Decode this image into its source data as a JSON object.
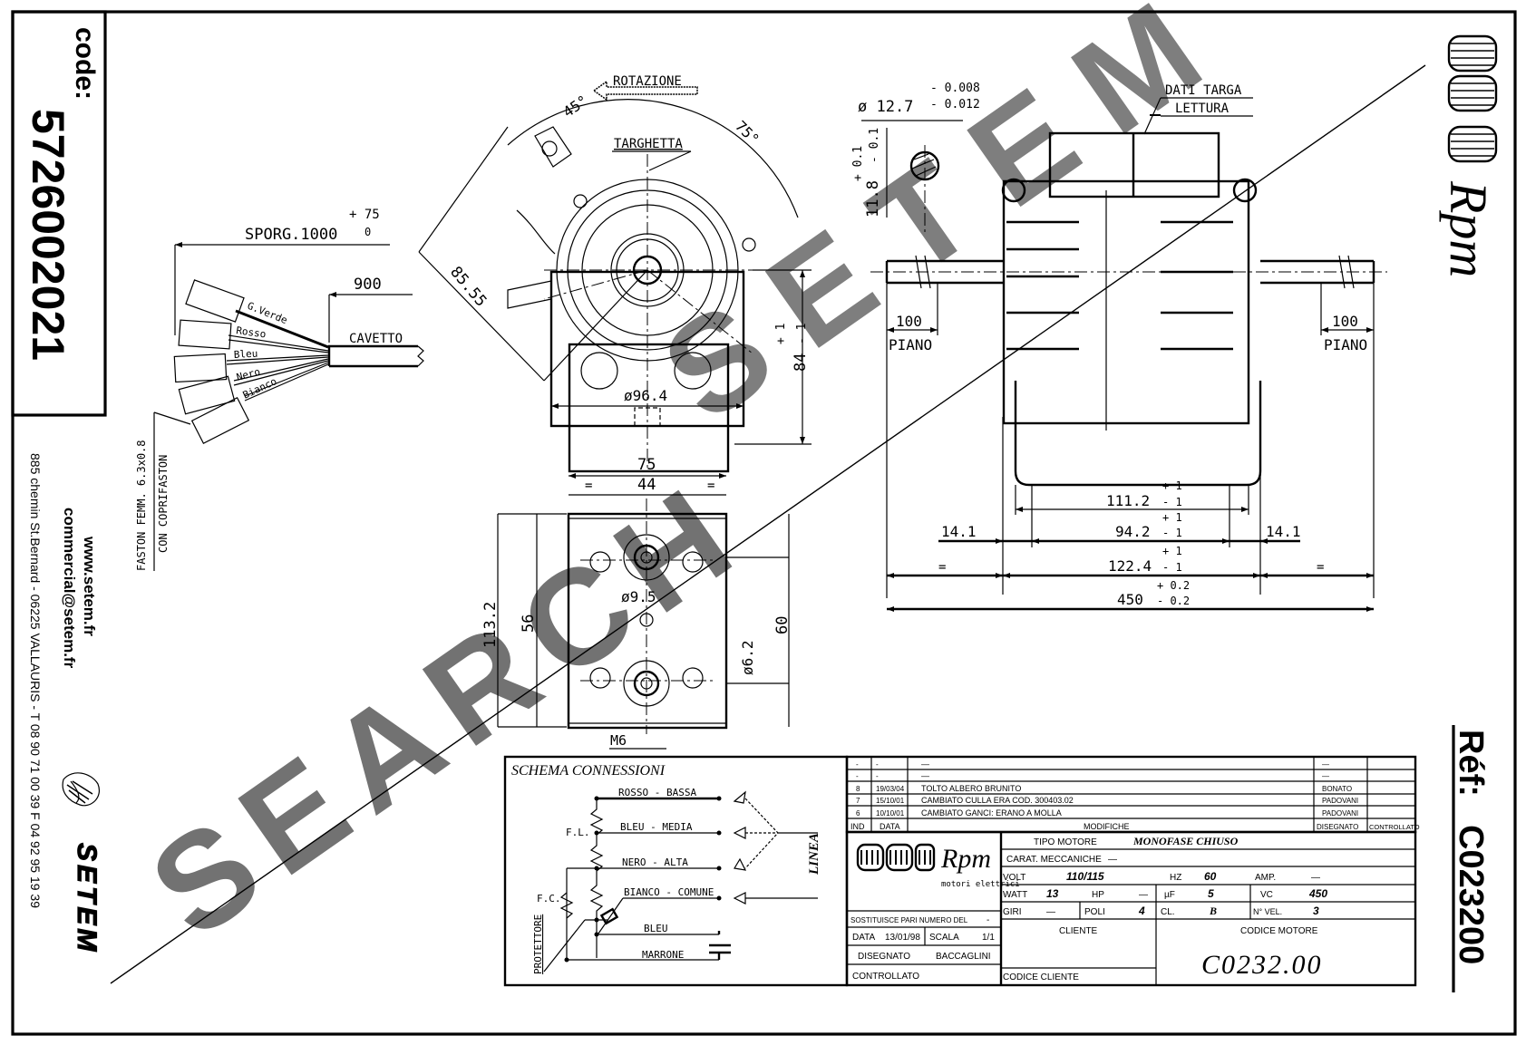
{
  "left_panel": {
    "code_label": "code:",
    "code_value": "5726002021",
    "website": "www.setem.fr",
    "email": "commercial@setem.fr",
    "address": "885 chemin St.Bernard  -  06225 VALLAURIS  -  T 08 90 71 00 39   F 04 92 95 19 39",
    "company_logo_text": "SETEM"
  },
  "right_panel": {
    "brand": "Rpm",
    "ref_label": "Réf:",
    "ref_value": "C023200"
  },
  "watermark": {
    "text": "SEARCH",
    "brand": "SETEM"
  },
  "cable_view": {
    "sporg_label": "SPORG.1000",
    "sporg_tol_plus": "+ 75",
    "sporg_tol_minus": "0",
    "cable_length": "900",
    "cable_label": "CAVETTO",
    "wires": [
      "G.Verde",
      "Rosso",
      "Bleu",
      "Nero",
      "Bianco"
    ],
    "faston_label": "FASTON FEMM. 6.3x0.8",
    "faston_note": "CON COPRIFASTON"
  },
  "front_view": {
    "rotation_label": "ROTAZIONE",
    "angle_1": "45°",
    "angle_2": "75°",
    "nameplate_label": "TARGHETTA",
    "diag_dim": "85.55",
    "diameter": "ø96.4",
    "height_dim": "84",
    "height_tol_plus": "+ 1",
    "height_tol_minus": "- 1"
  },
  "base_view": {
    "width_outer": "75",
    "width_inner": "44",
    "eq_mark": "=",
    "height_total": "113.2",
    "height_mid": "56",
    "hole_spacing": "60",
    "hole_dia_1": "ø9.5",
    "hole_dia_2": "ø6.2",
    "thread": "M6"
  },
  "shaft_section": {
    "diameter": "ø 12.7",
    "dia_tol_upper": "- 0.008",
    "dia_tol_lower": "- 0.012",
    "flat": "11.8",
    "flat_tol_plus": "+ 0.1",
    "flat_tol_minus": "- 0.1"
  },
  "side_view": {
    "dati_targa": "DATI TARGA",
    "lettura": "LETTURA",
    "piano_dim": "100",
    "piano_label": "PIANO",
    "dim_111": "111.2",
    "dim_94": "94.2",
    "dim_122": "122.4",
    "dim_14": "14.1",
    "dim_450": "450",
    "tol_1_plus": "+ 1",
    "tol_1_minus": "- 1",
    "tol_02_plus": "+ 0.2",
    "tol_02_minus": "- 0.2",
    "eq_mark": "="
  },
  "schema": {
    "title": "SCHEMA CONNESSIONI",
    "lines": [
      "ROSSO - BASSA",
      "BLEU - MEDIA",
      "NERO - ALTA",
      "BIANCO - COMUNE",
      "BLEU",
      "MARRONE"
    ],
    "fl_label": "F.L.",
    "fc_label": "F.C.",
    "protector_label": "PROTETTORE",
    "linea_label": "LINEA"
  },
  "revisions": {
    "headers": {
      "ind": "IND",
      "data": "DATA",
      "modifiche": "MODIFICHE",
      "disegnato": "DISEGNATO",
      "controllato": "CONTROLLATO"
    },
    "rows": [
      {
        "ind": "-",
        "data": "-",
        "text": "—",
        "by": "—",
        "ctrl": ""
      },
      {
        "ind": "-",
        "data": "-",
        "text": "—",
        "by": "—",
        "ctrl": ""
      },
      {
        "ind": "8",
        "data": "19/03/04",
        "text": "TOLTO ALBERO BRUNITO",
        "by": "BONATO",
        "ctrl": ""
      },
      {
        "ind": "7",
        "data": "15/10/01",
        "text": "CAMBIATO CULLA ERA COD. 300403.02",
        "by": "PADOVANI",
        "ctrl": ""
      },
      {
        "ind": "6",
        "data": "10/10/01",
        "text": "CAMBIATO GANCI: ERANO A MOLLA",
        "by": "PADOVANI",
        "ctrl": ""
      }
    ]
  },
  "title_block": {
    "logo_brand": "Rpm",
    "logo_sub": "motori elettrici",
    "sostituisce_label": "SOSTITUISCE PARI NUMERO DEL",
    "sostituisce_value": "-",
    "data_label": "DATA",
    "data_value": "13/01/98",
    "scala_label": "SCALA",
    "scala_value": "1/1",
    "disegnato_label": "DISEGNATO",
    "disegnato_value": "BACCAGLINI",
    "controllato_label": "CONTROLLATO",
    "tipo_motore_label": "TIPO MOTORE",
    "tipo_motore_value": "MONOFASE CHIUSO",
    "carat_label": "CARAT. MECCANICHE",
    "carat_value": "—",
    "volt_label": "VOLT",
    "volt_value": "110/115",
    "hz_label": "HZ",
    "hz_value": "60",
    "amp_label": "AMP.",
    "amp_value": "—",
    "watt_label": "WATT",
    "watt_value": "13",
    "hp_label": "HP",
    "hp_value": "—",
    "uf_label": "µF",
    "uf_value": "5",
    "vc_label": "VC",
    "vc_value": "450",
    "giri_label": "GIRI",
    "giri_value": "—",
    "poli_label": "POLI",
    "poli_value": "4",
    "cl_label": "CL.",
    "cl_value": "B",
    "vel_label": "N° VEL.",
    "vel_value": "3",
    "cliente_label": "CLIENTE",
    "codice_cliente_label": "CODICE CLIENTE",
    "codice_motore_label": "CODICE MOTORE",
    "codice_motore_value": "C0232.00"
  }
}
